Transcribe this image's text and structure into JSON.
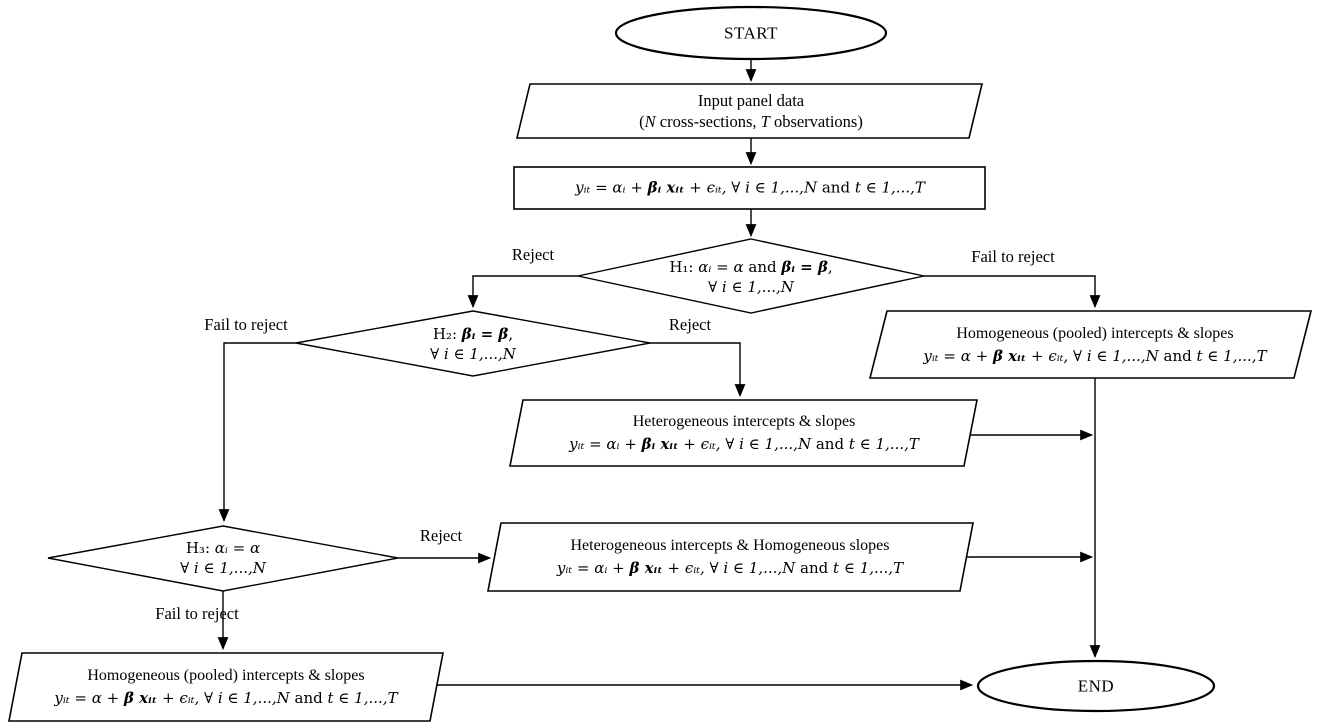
{
  "colors": {
    "background": "#ffffff",
    "line": "#000000",
    "text": "#000000"
  },
  "terminals": {
    "start": "START",
    "end": "END"
  },
  "input_node": {
    "line1": "Input panel data",
    "line2_runs": [
      {
        "t": "(",
        "c": ""
      },
      {
        "t": "N",
        "c": "i"
      },
      {
        "t": " cross-sections, ",
        "c": ""
      },
      {
        "t": "T",
        "c": "i"
      },
      {
        "t": " observations)",
        "c": ""
      }
    ]
  },
  "model_box": {
    "eq_runs": [
      {
        "t": "yᵢₜ = αᵢ + ",
        "c": "i"
      },
      {
        "t": "βᵢ xᵢₜ",
        "c": "bi"
      },
      {
        "t": " + ϵᵢₜ, ∀ i ∈ 1,...,N",
        "c": "i"
      },
      {
        "t": " and ",
        "c": ""
      },
      {
        "t": "t ∈ 1,...,T",
        "c": "i"
      }
    ]
  },
  "decisions": {
    "h1": {
      "line1_runs": [
        {
          "t": "H₁: ",
          "c": ""
        },
        {
          "t": "αᵢ = α",
          "c": "i"
        },
        {
          "t": " and ",
          "c": ""
        },
        {
          "t": "βᵢ = β",
          "c": "bi"
        },
        {
          "t": ",",
          "c": ""
        }
      ],
      "line2": "∀ i ∈ 1,...,N"
    },
    "h2": {
      "line1_runs": [
        {
          "t": "H₂: ",
          "c": ""
        },
        {
          "t": "βᵢ = β",
          "c": "bi"
        },
        {
          "t": ",",
          "c": ""
        }
      ],
      "line2": "∀ i ∈ 1,...,N"
    },
    "h3": {
      "line1_runs": [
        {
          "t": "H₃: ",
          "c": ""
        },
        {
          "t": "αᵢ = α",
          "c": "i"
        }
      ],
      "line2": "∀ i ∈ 1,...,N"
    }
  },
  "results": {
    "pooled_right": {
      "title": "Homogeneous (pooled) intercepts & slopes",
      "eq_runs": [
        {
          "t": "yᵢₜ = α + ",
          "c": "i"
        },
        {
          "t": "β xᵢₜ",
          "c": "bi"
        },
        {
          "t": " + ϵᵢₜ, ∀ i ∈ 1,...,N",
          "c": "i"
        },
        {
          "t": " and ",
          "c": ""
        },
        {
          "t": "t ∈ 1,...,T",
          "c": "i"
        }
      ]
    },
    "heterogeneous": {
      "title": "Heterogeneous intercepts & slopes",
      "eq_runs": [
        {
          "t": "yᵢₜ = αᵢ + ",
          "c": "i"
        },
        {
          "t": "βᵢ xᵢₜ",
          "c": "bi"
        },
        {
          "t": " + ϵᵢₜ, ∀ i ∈ 1,...,N",
          "c": "i"
        },
        {
          "t": " and ",
          "c": ""
        },
        {
          "t": "t ∈ 1,...,T",
          "c": "i"
        }
      ]
    },
    "het_hom": {
      "title": "Heterogeneous intercepts & Homogeneous slopes",
      "eq_runs": [
        {
          "t": "yᵢₜ = αᵢ + ",
          "c": "i"
        },
        {
          "t": "β xᵢₜ",
          "c": "bi"
        },
        {
          "t": " + ϵᵢₜ, ∀ i ∈ 1,...,N",
          "c": "i"
        },
        {
          "t": " and ",
          "c": ""
        },
        {
          "t": "t ∈ 1,...,T",
          "c": "i"
        }
      ]
    },
    "pooled_bottom": {
      "title": "Homogeneous (pooled) intercepts & slopes",
      "eq_runs": [
        {
          "t": "yᵢₜ = α + ",
          "c": "i"
        },
        {
          "t": "β xᵢₜ",
          "c": "bi"
        },
        {
          "t": " + ϵᵢₜ, ∀ i ∈ 1,...,N",
          "c": "i"
        },
        {
          "t": " and ",
          "c": ""
        },
        {
          "t": "t ∈ 1,...,T",
          "c": "i"
        }
      ]
    }
  },
  "edge_labels": {
    "h1_reject": "Reject",
    "h1_fail": "Fail to reject",
    "h2_fail": "Fail to reject",
    "h2_reject": "Reject",
    "h3_reject": "Reject",
    "h3_fail": "Fail to reject"
  }
}
